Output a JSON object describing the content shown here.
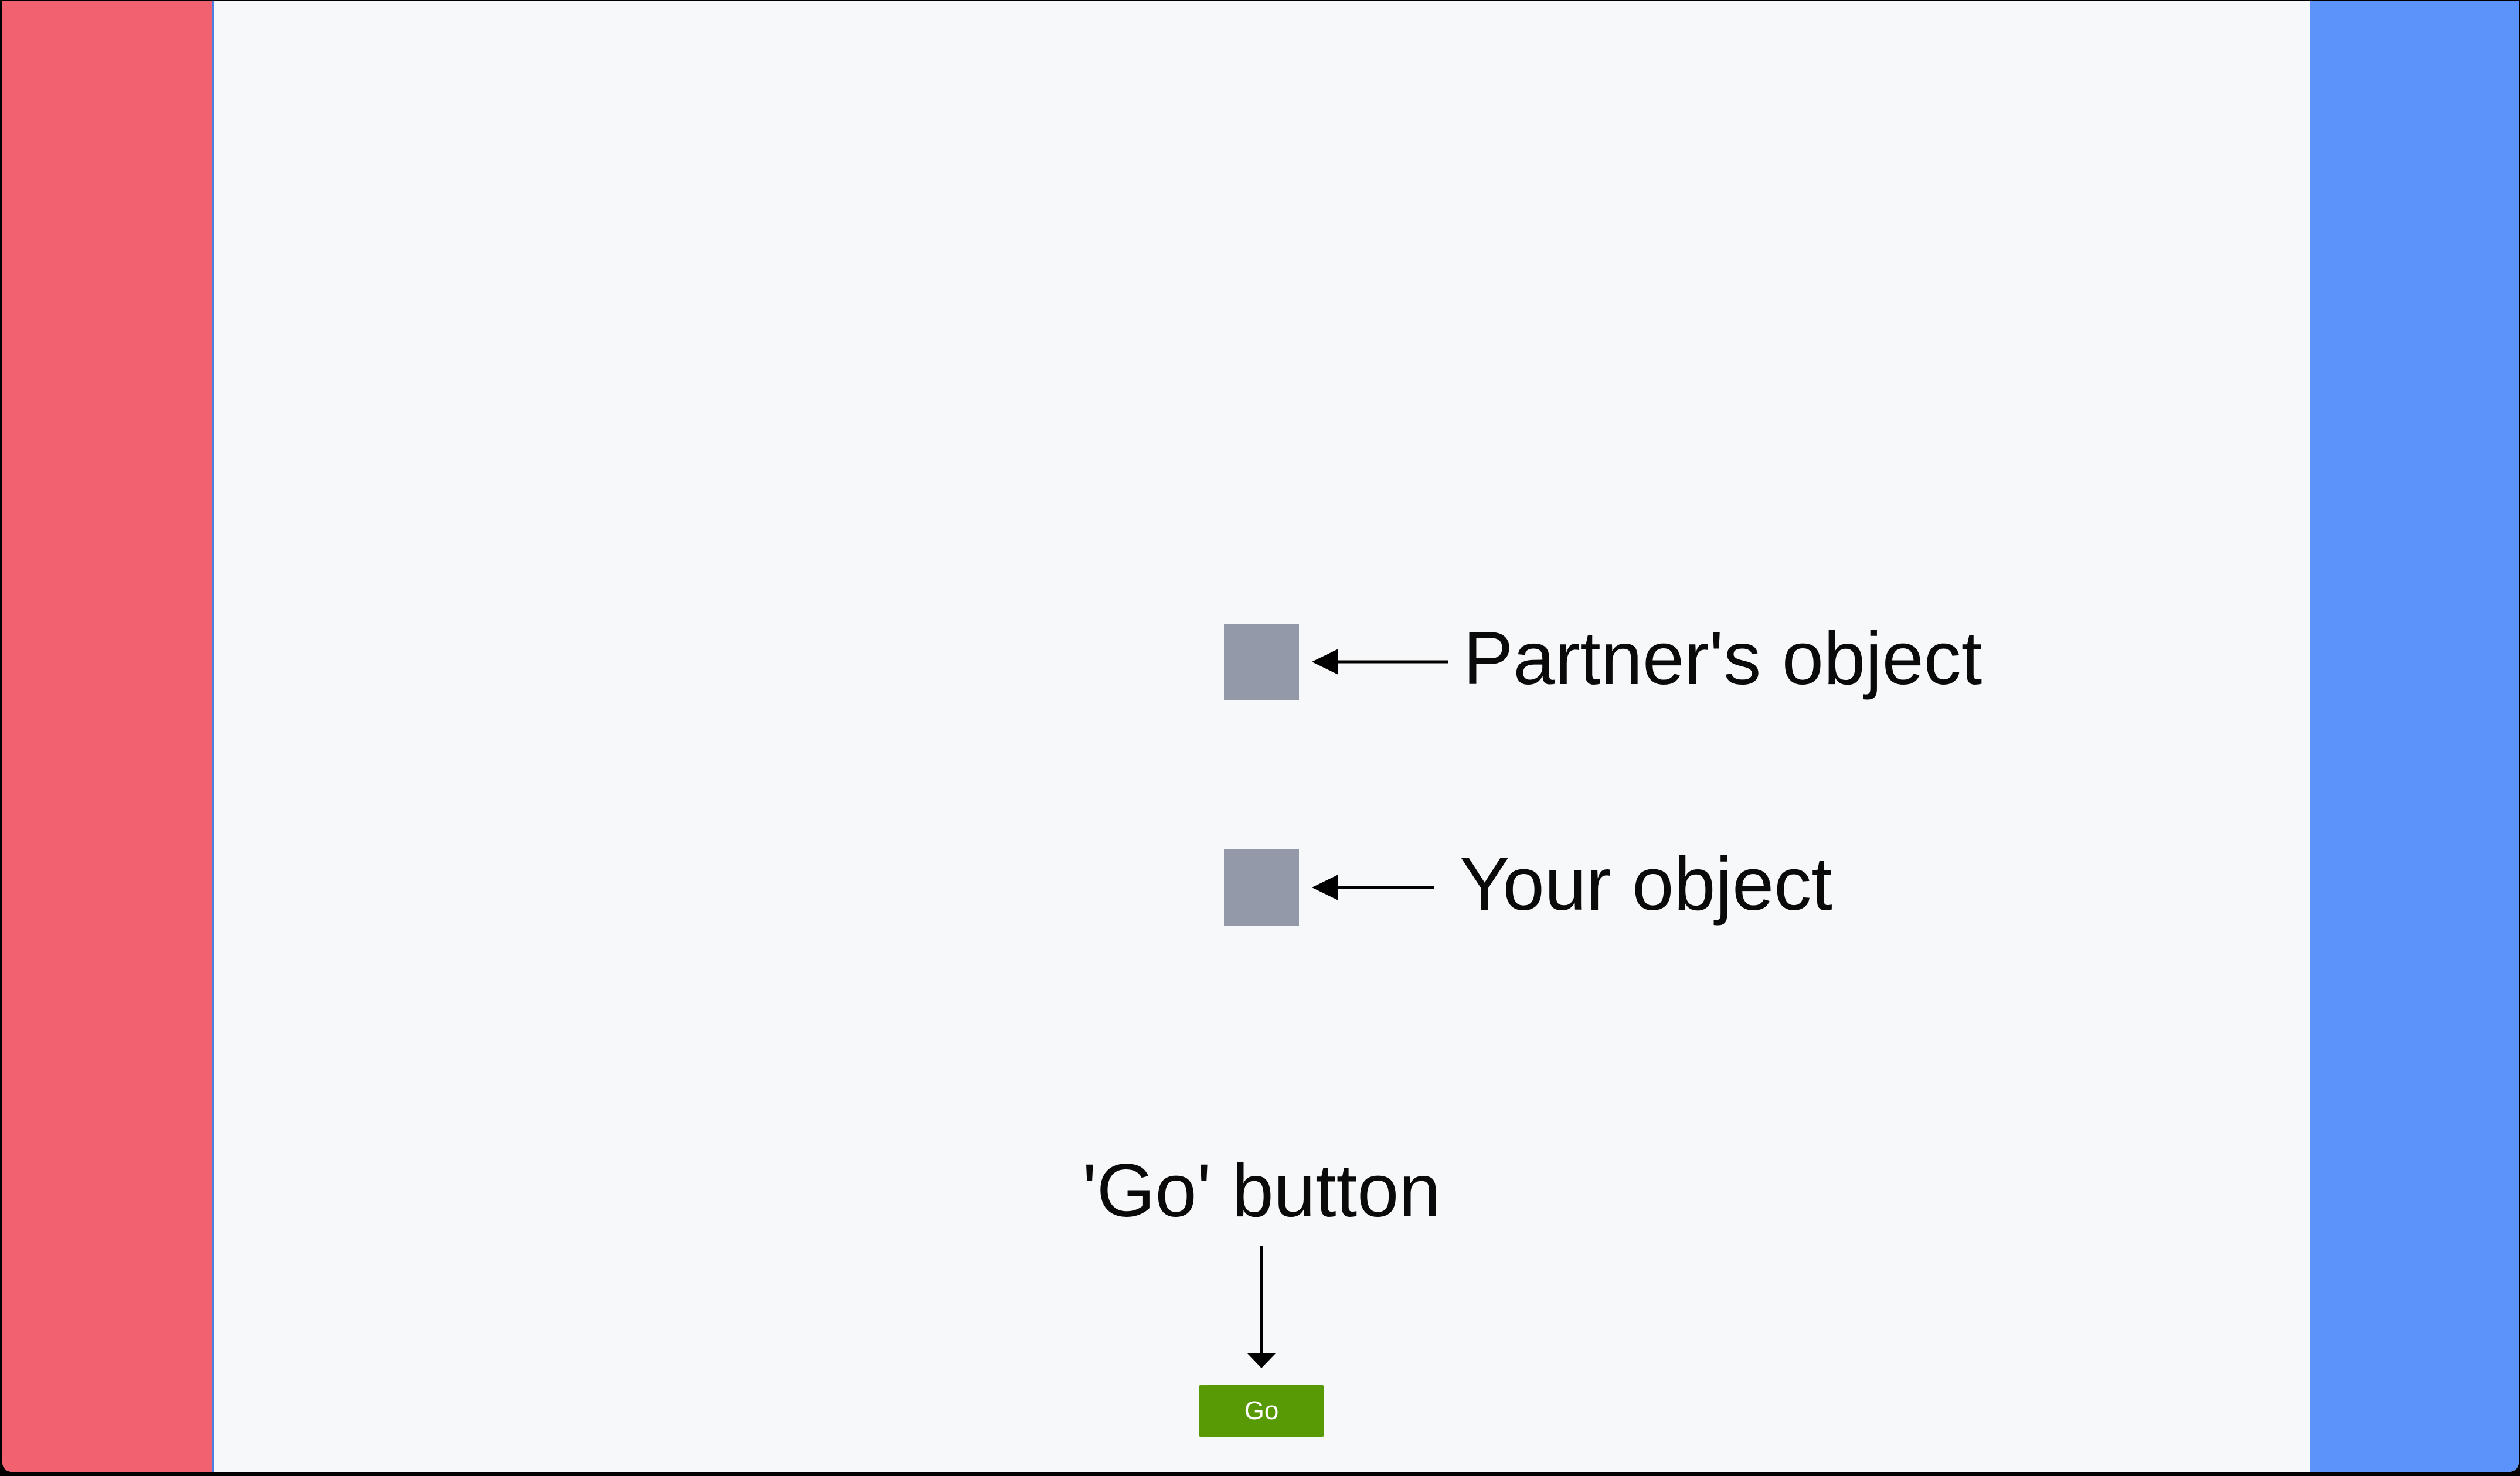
{
  "colors": {
    "frame": "#000000",
    "background": "#f7f8fa",
    "left_zone": "#f16170",
    "left_zone_edge": "#4f7de0",
    "right_zone": "#5b93fb",
    "object_square": "#9399a8",
    "arrow": "#000000",
    "label_text": "#0a0a0a",
    "go_button_bg": "#589a05",
    "go_button_text": "#ffffff"
  },
  "annotations": {
    "partner_object_label": "Partner's object",
    "your_object_label": "Your object",
    "go_button_caption": "'Go' button"
  },
  "controls": {
    "go_button_label": "Go"
  }
}
